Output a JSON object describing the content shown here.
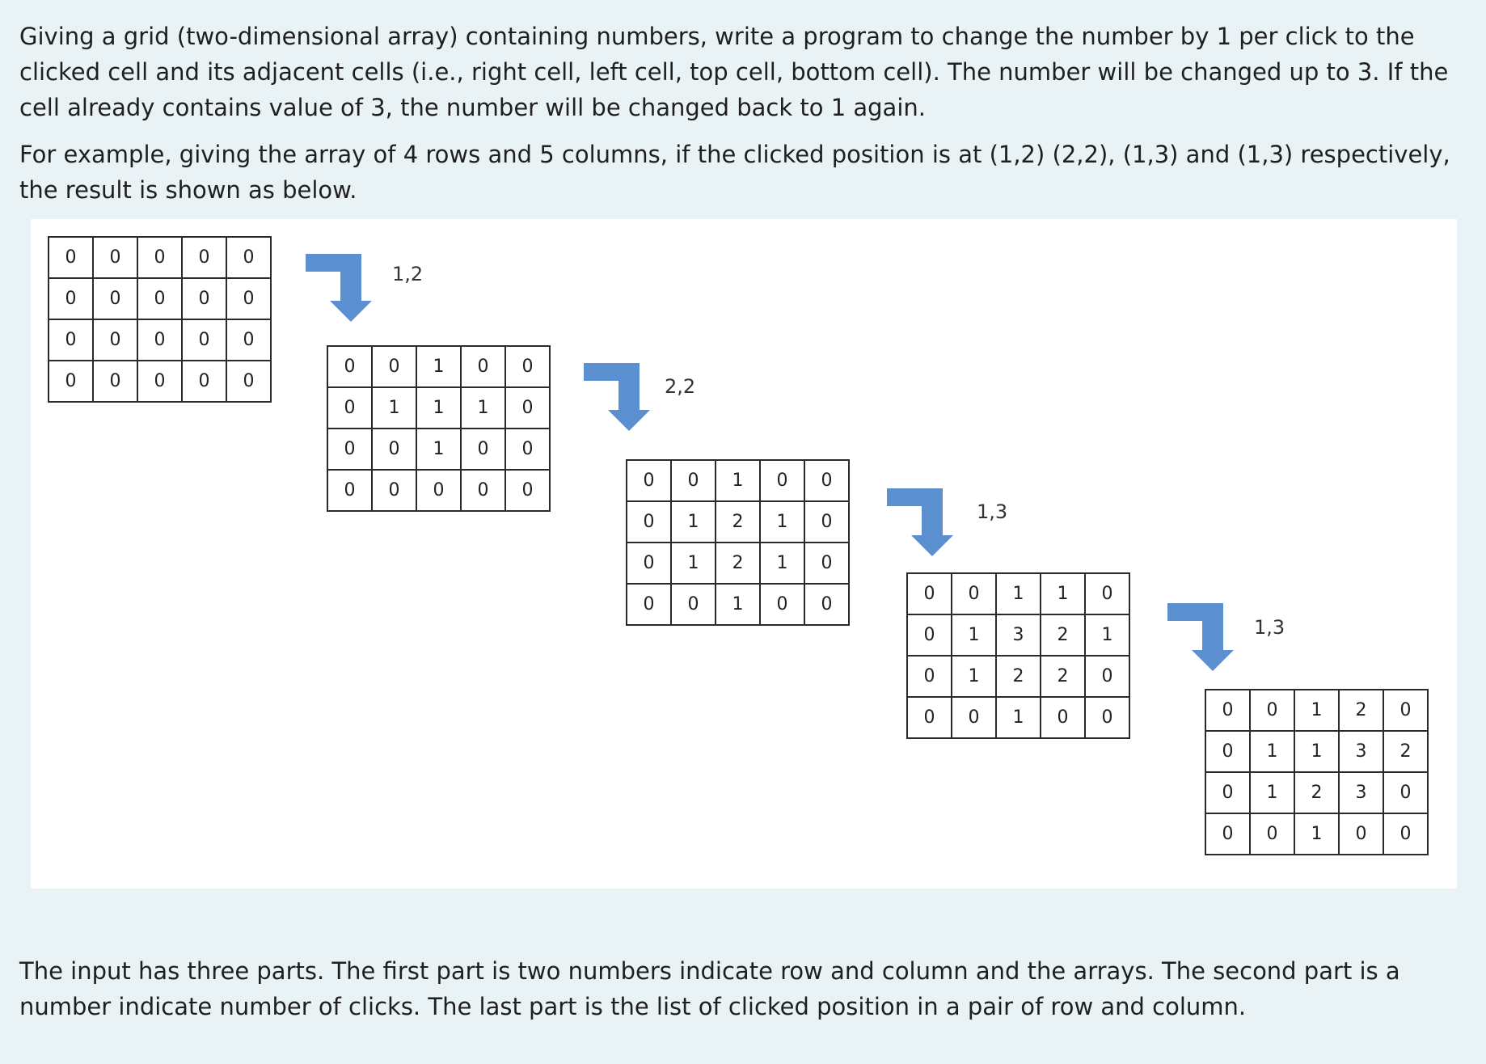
{
  "paragraphs": {
    "intro": "Giving a grid (two-dimensional array) containing numbers, write a program to change the number by 1 per click to the clicked cell and its adjacent cells (i.e., right cell, left cell, top cell, bottom cell). The number will be changed up to 3. If the cell already contains value of 3, the number will be changed back to 1 again.",
    "example": "For example, giving the array of 4 rows and 5 columns, if the clicked position is at (1,2) (2,2), (1,3) and (1,3) respectively, the result is shown as below.",
    "input": "The input has three parts. The first part is two numbers indicate row and column and the arrays. The second part is a number indicate number of clicks. The last part is the list of clicked position in a pair of row and column."
  },
  "figure": {
    "arrow_color": "#5b8fcf",
    "steps": [
      {
        "grid": [
          [
            0,
            0,
            0,
            0,
            0
          ],
          [
            0,
            0,
            0,
            0,
            0
          ],
          [
            0,
            0,
            0,
            0,
            0
          ],
          [
            0,
            0,
            0,
            0,
            0
          ]
        ]
      },
      {
        "click": "1,2",
        "grid": [
          [
            0,
            0,
            1,
            0,
            0
          ],
          [
            0,
            1,
            1,
            1,
            0
          ],
          [
            0,
            0,
            1,
            0,
            0
          ],
          [
            0,
            0,
            0,
            0,
            0
          ]
        ]
      },
      {
        "click": "2,2",
        "grid": [
          [
            0,
            0,
            1,
            0,
            0
          ],
          [
            0,
            1,
            2,
            1,
            0
          ],
          [
            0,
            1,
            2,
            1,
            0
          ],
          [
            0,
            0,
            1,
            0,
            0
          ]
        ]
      },
      {
        "click": "1,3",
        "grid": [
          [
            0,
            0,
            1,
            1,
            0
          ],
          [
            0,
            1,
            3,
            2,
            1
          ],
          [
            0,
            1,
            2,
            2,
            0
          ],
          [
            0,
            0,
            1,
            0,
            0
          ]
        ]
      },
      {
        "click": "1,3",
        "grid": [
          [
            0,
            0,
            1,
            2,
            0
          ],
          [
            0,
            1,
            1,
            3,
            2
          ],
          [
            0,
            1,
            2,
            3,
            0
          ],
          [
            0,
            0,
            1,
            0,
            0
          ]
        ]
      }
    ]
  }
}
